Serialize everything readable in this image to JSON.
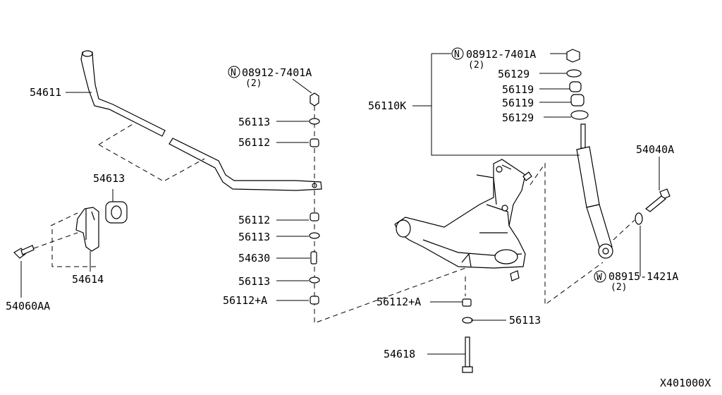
{
  "diagram_id": "X401000X",
  "callouts": {
    "p54611": "54611",
    "p54613": "54613",
    "p54614": "54614",
    "p54060AA": "54060AA",
    "left_nut_ref": "08912-7401A",
    "left_nut_qty": "(2)",
    "left_nut_badge": "N",
    "p56113_a": "56113",
    "p56112_a": "56112",
    "p56112_b": "56112",
    "p56113_b": "56113",
    "p54630": "54630",
    "p56113_c": "56113",
    "p56112A_left": "56112+A",
    "p56110K": "56110K",
    "right_nut_ref": "08912-7401A",
    "right_nut_qty": "(2)",
    "right_nut_badge": "N",
    "p56129_a": "56129",
    "p56119_a": "56119",
    "p56119_b": "56119",
    "p56129_b": "56129",
    "p54040A": "54040A",
    "washer_ref": "08915-1421A",
    "washer_qty": "(2)",
    "washer_badge": "W",
    "p56112A_right": "56112+A",
    "p56113_d": "56113",
    "p54618": "54618"
  }
}
